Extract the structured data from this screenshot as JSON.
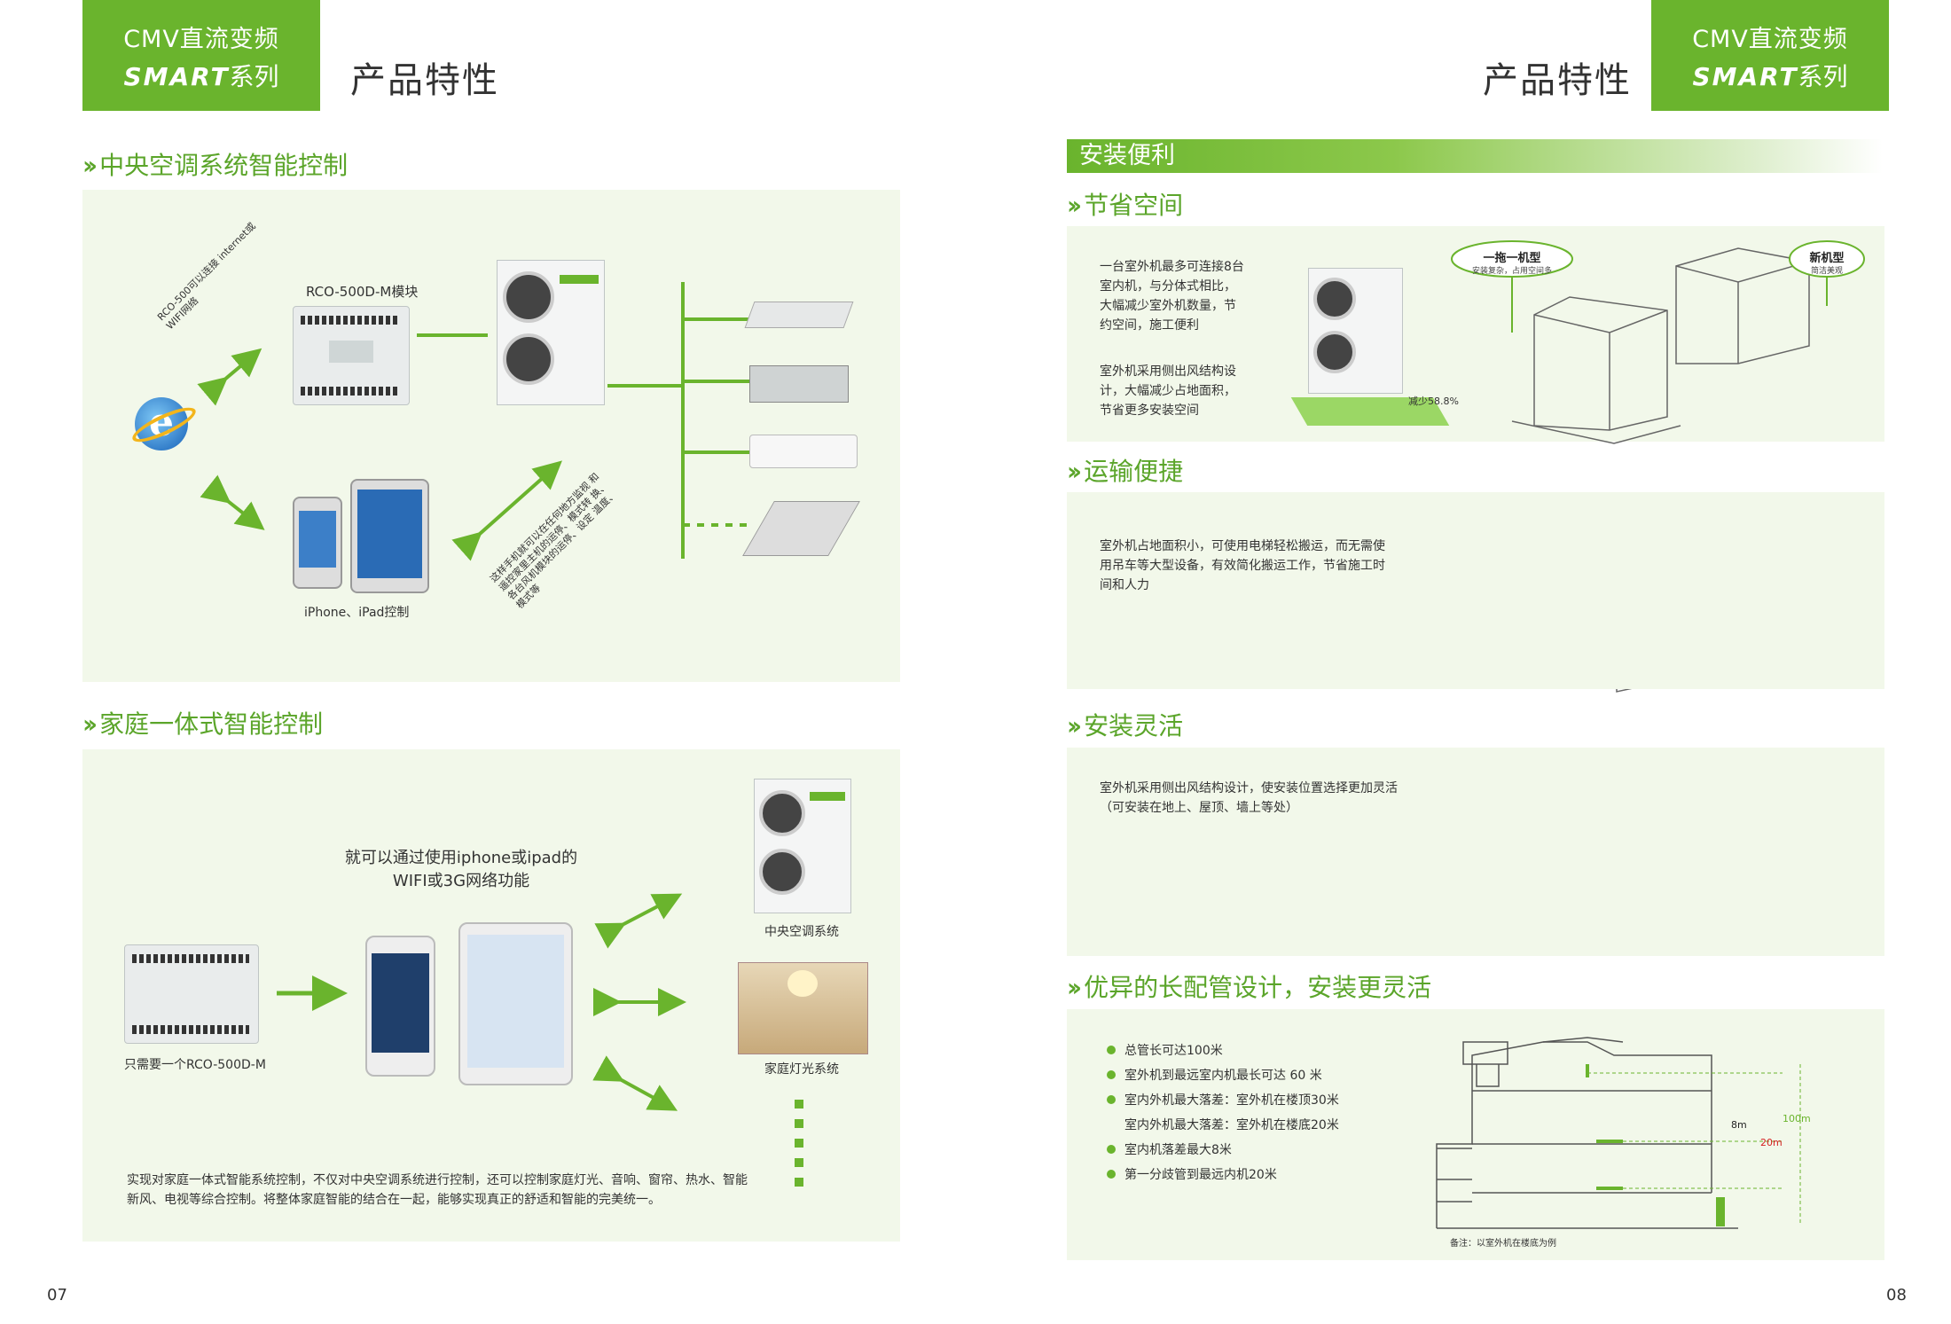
{
  "left": {
    "brand": {
      "line1": "CMV直流变频",
      "smart": "SMART",
      "series": "系列"
    },
    "title": "产品特性",
    "section1": {
      "heading": "中央空调系统智能控制",
      "module_label": "RCO-500D-M模块",
      "internet_note": "RCO-500可以连接 internet或WIFI网络",
      "iphone_label": "iPhone、iPad控制",
      "remote_note": "这样手机就可以在任何地方监视 和遥控家里主机的运停、模式转 换、各台风机模块的运停、设定 温度、模式等"
    },
    "section2": {
      "heading": "家庭一体式智能控制",
      "wifi_line1": "就可以通过使用iphone或ipad的",
      "wifi_line2": "WIFI或3G网络功能",
      "rco_label": "只需要一个RCO-500D-M",
      "central_label": "中央空调系统",
      "lighting_label": "家庭灯光系统",
      "desc_line1": "实现对家庭一体式智能系统控制，不仅对中央空调系统进行控制，还可以控制家庭灯光、音响、窗帘、热水、智能",
      "desc_line2": "新风、电视等综合控制。将整体家庭智能的结合在一起，能够实现真正的舒适和智能的完美统一。"
    },
    "page_no": "07"
  },
  "right": {
    "brand": {
      "line1": "CMV直流变频",
      "smart": "SMART",
      "series": "系列"
    },
    "title": "产品特性",
    "bar": "安装便利",
    "save": {
      "heading": "节省空间",
      "p1": [
        "一台室外机最多可连接8台",
        "室内机，与分体式相比，",
        "大幅减少室外机数量，节",
        "约空间，施工便利"
      ],
      "p2": [
        "室外机采用侧出风结构设",
        "计，大幅减少占地面积，",
        "节省更多安装空间"
      ],
      "reduce": "减少58.8%",
      "bubble1_title": "一拖一机型",
      "bubble1_sub": "安装复杂，占用空间多",
      "bubble2_title": "新机型",
      "bubble2_sub": "简洁美观"
    },
    "transport": {
      "heading": "运输便捷",
      "lines": [
        "室外机占地面积小，可使用电梯轻松搬运，而无需使",
        "用吊车等大型设备，有效简化搬运工作，节省施工时",
        "间和人力"
      ]
    },
    "flexible": {
      "heading": "安装灵活",
      "lines": [
        "室外机采用侧出风结构设计，使安装位置选择更加灵活",
        "（可安装在地上、屋顶、墙上等处）"
      ]
    },
    "piping": {
      "heading": "优异的长配管设计，安装更灵活",
      "bullets": [
        {
          "dot": true,
          "text": "总管长可达100米"
        },
        {
          "dot": true,
          "text": "室外机到最远室内机最长可达 60 米"
        },
        {
          "dot": true,
          "text": "室内外机最大落差：室外机在楼顶30米"
        },
        {
          "dot": false,
          "text": "室内外机最大落差：室外机在楼底20米"
        },
        {
          "dot": true,
          "text": "室内机落差最大8米"
        },
        {
          "dot": true,
          "text": "第一分歧管到最远内机20米"
        }
      ],
      "label_8m": "8m",
      "label_20m": "20m",
      "label_100m": "100m",
      "note": "备注：以室外机在楼底为例"
    },
    "page_no": "08"
  },
  "colors": {
    "brand_green": "#6ab42d",
    "panel_bg": "#f2f8ea",
    "heading_green": "#5ba52a",
    "red_label": "#d42020"
  }
}
